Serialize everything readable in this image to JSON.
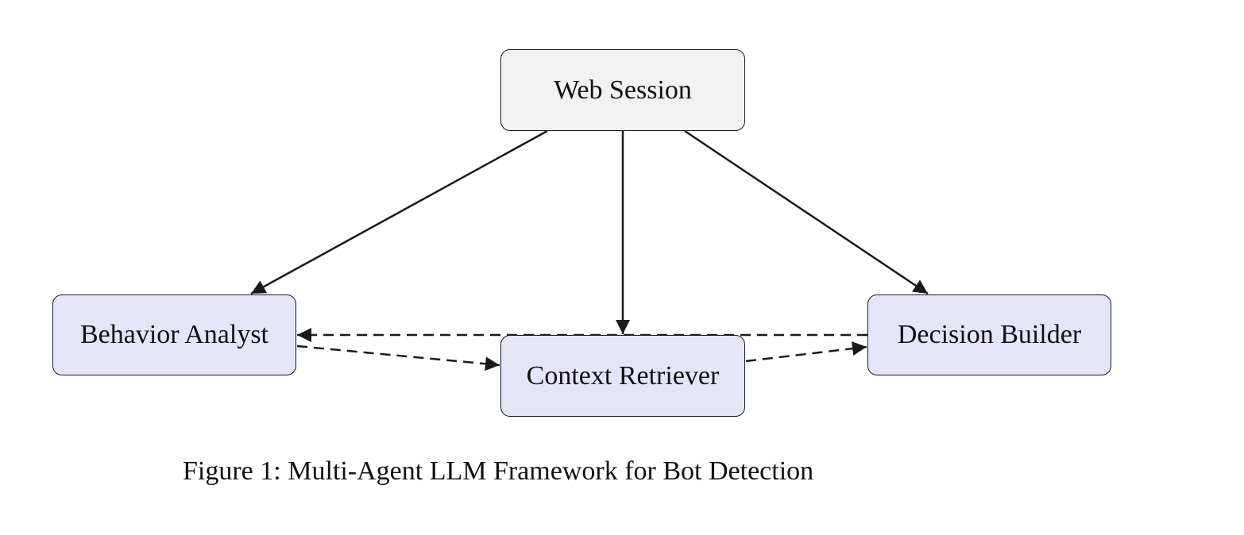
{
  "colors": {
    "source_fill": "#f1f1f1",
    "agent_fill": "#e5e5f9",
    "stroke": "#1a1a1a"
  },
  "nodes": {
    "web_session": "Web Session",
    "behavior_analyst": "Behavior Analyst",
    "context_retriever": "Context Retriever",
    "decision_builder": "Decision Builder"
  },
  "edges": [
    {
      "from": "Web Session",
      "to": "Behavior Analyst",
      "style": "solid"
    },
    {
      "from": "Web Session",
      "to": "Context Retriever",
      "style": "solid"
    },
    {
      "from": "Web Session",
      "to": "Decision Builder",
      "style": "solid"
    },
    {
      "from": "Behavior Analyst",
      "to": "Context Retriever",
      "style": "dashed"
    },
    {
      "from": "Context Retriever",
      "to": "Decision Builder",
      "style": "dashed"
    },
    {
      "from": "Decision Builder",
      "to": "Behavior Analyst",
      "style": "dashed"
    }
  ],
  "caption": {
    "label": "Figure 1:",
    "text": "Multi-Agent LLM Framework for Bot Detection"
  }
}
